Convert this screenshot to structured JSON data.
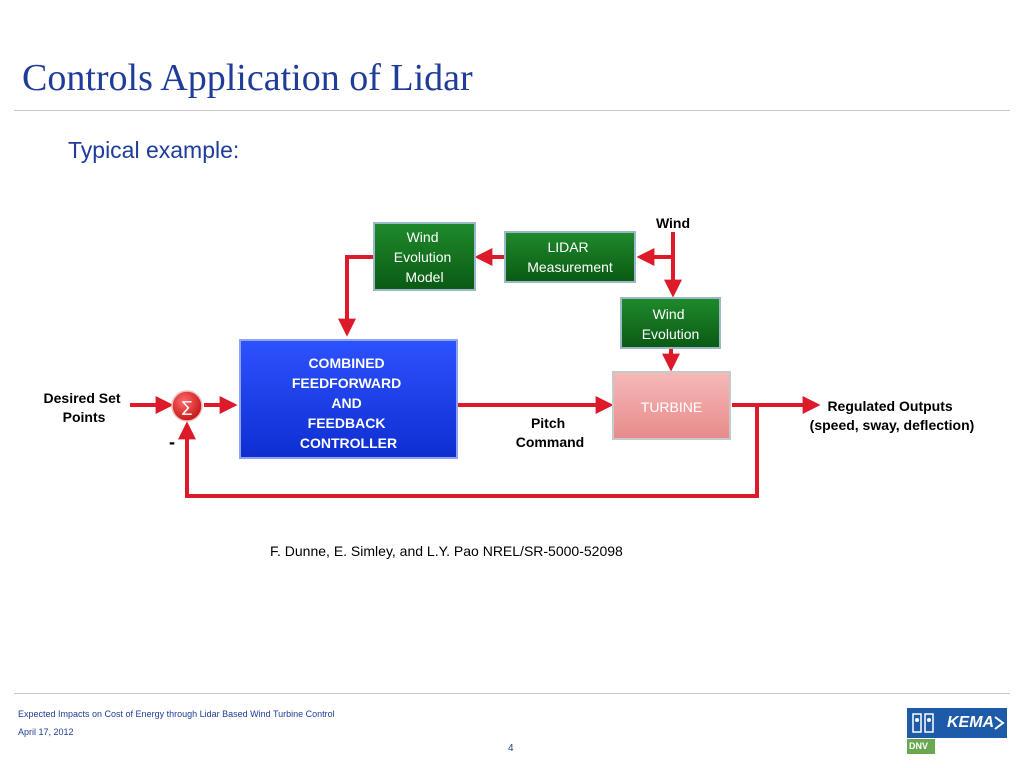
{
  "slide": {
    "title": "Controls Application of Lidar",
    "subtitle": "Typical example:"
  },
  "diagram": {
    "blocks": {
      "wind_evolution_model": [
        "Wind",
        "Evolution",
        "Model"
      ],
      "lidar_measurement": [
        "LIDAR",
        "Measurement"
      ],
      "wind_evolution": [
        "Wind",
        "Evolution"
      ],
      "controller": [
        "COMBINED",
        "FEEDFORWARD",
        "AND",
        "FEEDBACK",
        "CONTROLLER"
      ],
      "turbine": "TURBINE"
    },
    "labels": {
      "wind": "Wind",
      "desired_set_points": [
        "Desired Set",
        "Points"
      ],
      "pitch_command": [
        "Pitch",
        "Command"
      ],
      "regulated_outputs": [
        "Regulated Outputs",
        "(speed, sway, deflection)"
      ],
      "minus_sign": "-",
      "summation_symbol": "∑"
    },
    "colors": {
      "green_block": "#0f6b1c",
      "blue_block": "#1438e0",
      "turbine_block": "#f0a0a0",
      "arrow": "#dd1a2a"
    }
  },
  "citation": "F. Dunne, E. Simley, and L.Y. Pao NREL/SR-5000-52098",
  "footer": {
    "presentation_title": "Expected Impacts on Cost of Energy through Lidar Based Wind Turbine Control",
    "date": "April 17, 2012",
    "page_number": "4",
    "logo_text": "KEMA",
    "logo_subtext": "DNV"
  }
}
